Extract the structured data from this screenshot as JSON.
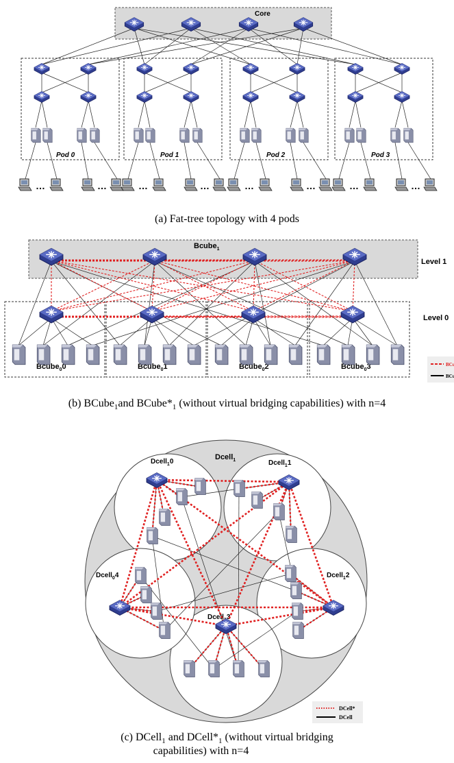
{
  "figure_a": {
    "core_label": "Core",
    "pods": [
      "Pod 0",
      "Pod 1",
      "Pod 2",
      "Pod 3"
    ],
    "ellipsis": "…",
    "caption": "(a) Fat-tree topology with 4 pods"
  },
  "figure_b": {
    "top_label_main": "Bcube",
    "top_label_sub": "1",
    "level1_label": "Level 1",
    "level0_label": "Level 0",
    "groups": [
      {
        "main": "Bcube",
        "sub": "0",
        "suffix": "0"
      },
      {
        "main": "Bcube",
        "sub": "0",
        "suffix": "1"
      },
      {
        "main": "Bcube",
        "sub": "0",
        "suffix": "2"
      },
      {
        "main": "Bcube",
        "sub": "0",
        "suffix": "3"
      }
    ],
    "legend": [
      {
        "label": "BCube*",
        "style": "dashed",
        "color": "#e02020"
      },
      {
        "label": "BCube",
        "style": "solid",
        "color": "#000000"
      }
    ],
    "caption": {
      "pre": "(b) BCube",
      "sub1": "1",
      "mid": "and BCube*",
      "sub2": "1",
      "post": " (without virtual bridging capabilities) with n=4"
    }
  },
  "figure_c": {
    "outer_main": "Dcell",
    "outer_sub": "1",
    "cells": [
      {
        "main": "Dcell",
        "sub": "1",
        "suffix": "0"
      },
      {
        "main": "Dcell",
        "sub": "1",
        "suffix": "1"
      },
      {
        "main": "Dcell",
        "sub": "1",
        "suffix": "2"
      },
      {
        "main": "Dcell",
        "sub": "1",
        "suffix": "3"
      },
      {
        "main": "Dcell",
        "sub": "0",
        "suffix": "4"
      }
    ],
    "legend": [
      {
        "label": "DCell*",
        "style": "dotted",
        "color": "#e02020"
      },
      {
        "label": "DCell",
        "style": "solid",
        "color": "#000000"
      }
    ],
    "caption_line1": {
      "pre": "(c) DCell",
      "sub1": "1",
      "mid": " and DCell*",
      "sub2": "1",
      "post": " (without virtual bridging"
    },
    "caption_line2": "capabilities) with n=4"
  },
  "colors": {
    "switch": "#2f3d8f",
    "switch_top": "#5a6bc4",
    "server": "#8a8fa8",
    "red": "#e02020",
    "box": "#d9d9d9"
  }
}
